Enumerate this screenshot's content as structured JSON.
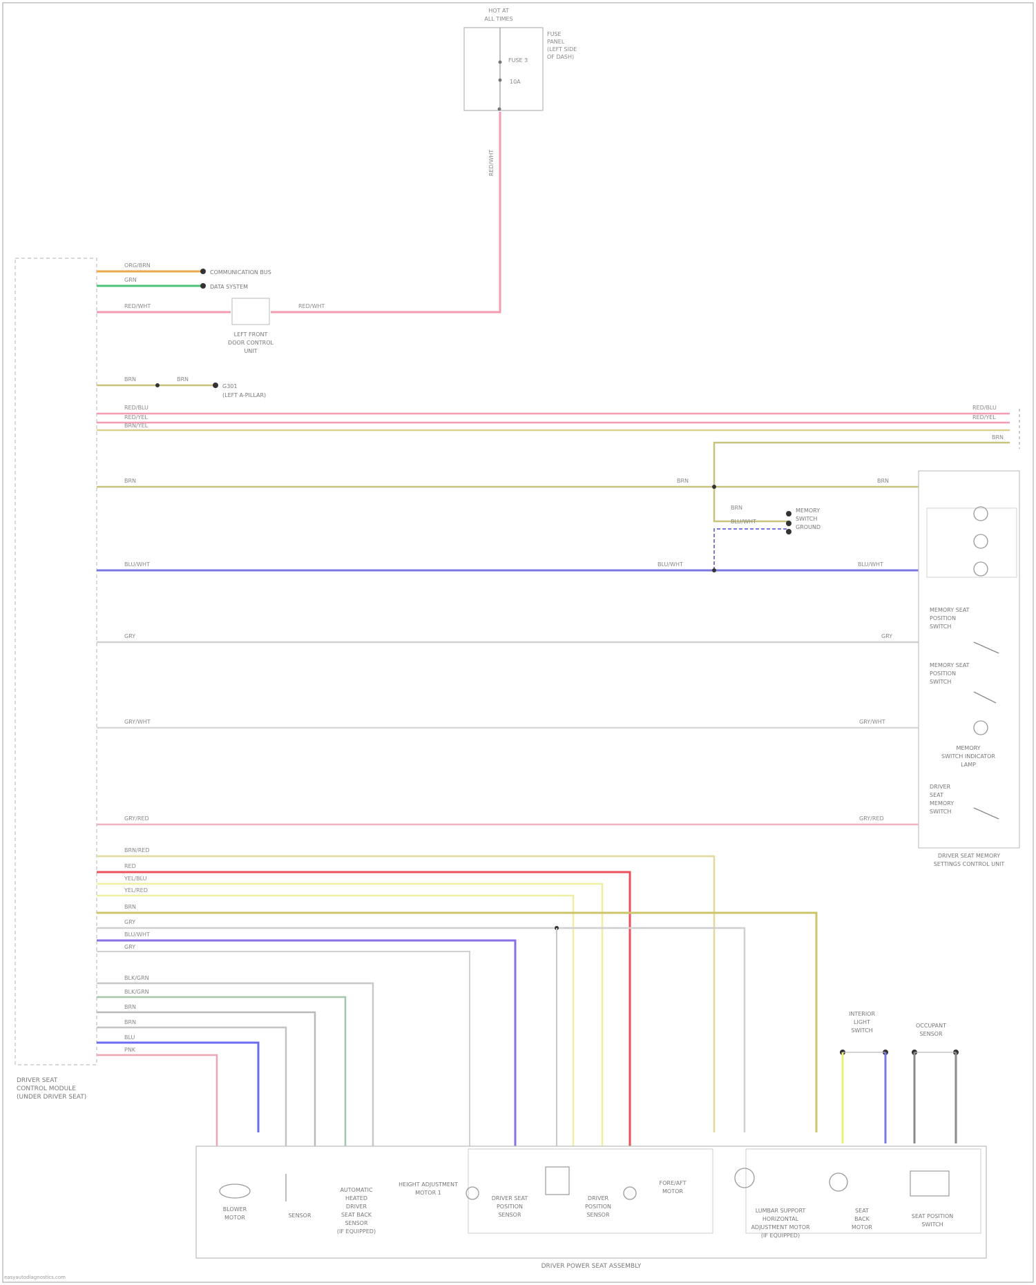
{
  "power": {
    "header_lines": [
      "HOT AT",
      "ALL TIMES"
    ],
    "fuse_box_lines": [
      "FUSE",
      "PANEL",
      "(LEFT SIDE",
      "OF DASH)"
    ],
    "fuse": "FUSE 3",
    "fuse_amps": "10A"
  },
  "control_module": {
    "label_lines": [
      "DRIVER SEAT",
      "CONTROL MODULE",
      "(UNDER DRIVER SEAT)"
    ]
  },
  "top_wires": [
    {
      "label": "ORG/BRN",
      "target": "COMMUNICATION BUS",
      "color": "#f0a64a"
    },
    {
      "label": "GRN",
      "target": "DATA SYSTEM",
      "color": "#4fc27a"
    }
  ],
  "fuse_link": {
    "left_wire": "RED/WHT",
    "right_wire": "RED/WHT",
    "label_lines": [
      "LEFT FRONT",
      "DOOR CONTROL",
      "UNIT"
    ]
  },
  "ground_link": {
    "wire_a": "BRN",
    "wire_b": "BRN",
    "label_lines": [
      "G301",
      "(LEFT A-PILLAR)"
    ]
  },
  "long_wires": [
    {
      "label": "RED/BLU",
      "color": "#f29bb1"
    },
    {
      "label": "RED/YEL",
      "color": "#f29bb1"
    },
    {
      "label": "BRN/YEL",
      "color": "#d9cf8a"
    }
  ],
  "bus_wires": [
    {
      "label": "BRN",
      "color": "#c9c27a"
    },
    {
      "label": "BLU/WHT",
      "color": "#7878e0"
    },
    {
      "label": "GRY",
      "color": "#cfcfcf"
    },
    {
      "label": "GRY/WHT",
      "color": "#d8d8d8"
    },
    {
      "label": "GRY/RED",
      "color": "#f0b4c0"
    }
  ],
  "splice": {
    "wire_a": "BRN",
    "wire_b": "BLU/WHT",
    "label_lines": [
      "MEMORY",
      "SWITCH",
      "GROUND"
    ]
  },
  "memory_unit": {
    "switch_1_lines": [
      "MEMORY SEAT",
      "POSITION",
      "SWITCH"
    ],
    "switch_2_lines": [
      "MEMORY SEAT",
      "POSITION",
      "SWITCH"
    ],
    "lamp_lines": [
      "MEMORY",
      "SWITCH INDICATOR",
      "LAMP"
    ],
    "set_switch_lines": [
      "DRIVER",
      "SEAT",
      "MEMORY",
      "SWITCH"
    ],
    "label_lines": [
      "DRIVER SEAT MEMORY",
      "SETTINGS CONTROL UNIT"
    ]
  },
  "lower_wires": [
    {
      "label": "BRN/RED",
      "color": "#e3d9a0"
    },
    {
      "label": "RED",
      "color": "#e8505a"
    },
    {
      "label": "YEL/BLU",
      "color": "#efefa4"
    },
    {
      "label": "YEL/RED",
      "color": "#efefa4"
    },
    {
      "label": "BRN",
      "color": "#cbc468"
    },
    {
      "label": "GRY",
      "color": "#cfcfcf"
    },
    {
      "label": "BLU/WHT",
      "color": "#8a6ee6"
    },
    {
      "label": "GRY",
      "color": "#d0d0d0"
    }
  ],
  "sensor_wires": [
    {
      "label": "BLK/GRN",
      "color": "#c8c8c8"
    },
    {
      "label": "BLK/GRN",
      "color": "#a7c4ad"
    },
    {
      "label": "BRN",
      "color": "#b9b9b9"
    },
    {
      "label": "BRN",
      "color": "#c3c3c3"
    },
    {
      "label": "BLU",
      "color": "#6b6bf2"
    },
    {
      "label": "PNK",
      "color": "#f0a5b5"
    }
  ],
  "components": {
    "seat_lines": [
      "DRIVER POWER SEAT ASSEMBLY"
    ],
    "blower_lines": [
      "BLOWER",
      "MOTOR"
    ],
    "sensor_lines": [
      "SENSOR"
    ],
    "heater_lines": [
      "AUTOMATIC",
      "HEATED",
      "DRIVER",
      "SEAT BACK",
      "SENSOR",
      "(IF EQUIPPED)"
    ],
    "adjuster_lines": [
      "HEIGHT ADJUSTMENT",
      "MOTOR 1"
    ],
    "height_sensor_lines": [
      "DRIVER SEAT",
      "POSITION",
      "SENSOR"
    ],
    "motor_sensor_lines": [
      "DRIVER",
      "POSITION",
      "SENSOR"
    ],
    "fore_aft_lines": [
      "FORE/AFT",
      "MOTOR"
    ],
    "lumbar_lines": [
      "LUMBAR SUPPORT",
      "HORIZONTAL",
      "ADJUSTMENT MOTOR",
      "(IF EQUIPPED)"
    ],
    "recline_lines": [
      "SEAT",
      "BACK",
      "MOTOR"
    ],
    "switch_lines": [
      "SEAT POSITION",
      "SWITCH"
    ],
    "pad_lines": [
      "INTERIOR",
      "LIGHT",
      "SWITCH"
    ],
    "occupant_lines": [
      "OCCUPANT",
      "SENSOR"
    ]
  },
  "footer": "easyautodiagnostics.com"
}
